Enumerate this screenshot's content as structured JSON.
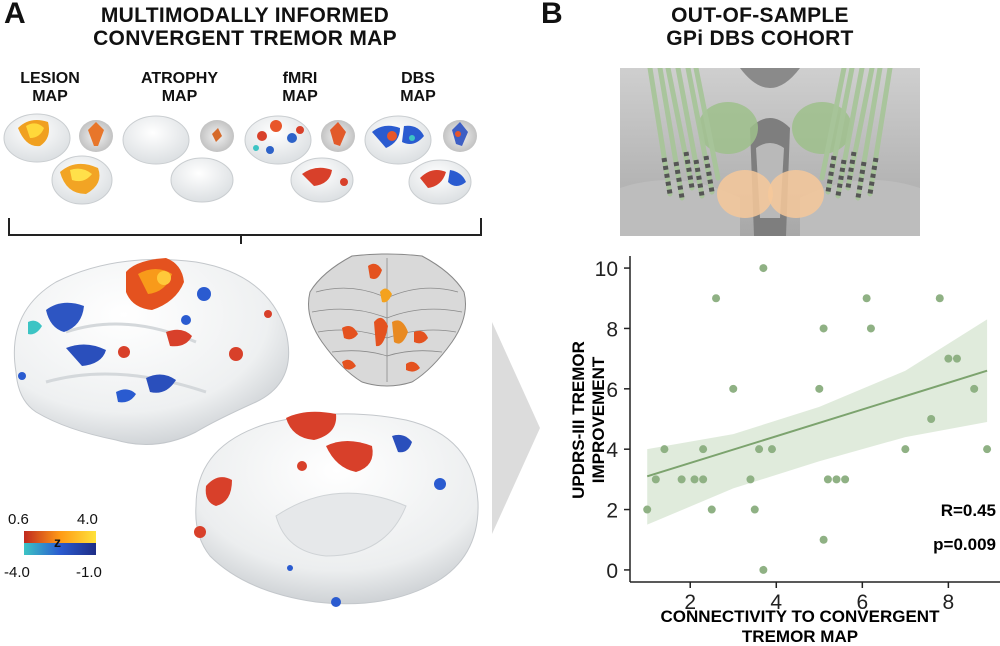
{
  "panel_a": {
    "letter": "A",
    "title_line1": "MULTIMODALLY INFORMED",
    "title_line2": "CONVERGENT TREMOR MAP",
    "maps": [
      {
        "line1": "LESION",
        "line2": "MAP"
      },
      {
        "line1": "ATROPHY",
        "line2": "MAP"
      },
      {
        "line1": "fMRI",
        "line2": "MAP"
      },
      {
        "line1": "DBS",
        "line2": "MAP"
      }
    ],
    "colorbar": {
      "pos_min": "0.6",
      "pos_max": "4.0",
      "neg_min": "-4.0",
      "neg_max": "-1.0",
      "symbol": "z",
      "positive_colors": [
        "#c0291f",
        "#ff9a16",
        "#ffe23a"
      ],
      "negative_colors": [
        "#3cc4c4",
        "#2a5bd0",
        "#1e2d86"
      ]
    }
  },
  "panel_b": {
    "letter": "B",
    "title_line1": "OUT-OF-SAMPLE",
    "title_line2": "GPi DBS COHORT"
  },
  "chart_data": {
    "type": "scatter",
    "xlabel_line1": "CONNECTIVITY TO CONVERGENT",
    "xlabel_line2": "TREMOR MAP",
    "ylabel_line1": "UPDRS-III TREMOR",
    "ylabel_line2": "IMPROVEMENT",
    "xlim": [
      0.6,
      9.2
    ],
    "ylim": [
      -0.4,
      10.4
    ],
    "xticks": [
      2,
      4,
      6,
      8
    ],
    "yticks": [
      0,
      2,
      4,
      6,
      8,
      10
    ],
    "points": [
      [
        1.0,
        2
      ],
      [
        1.2,
        3
      ],
      [
        1.4,
        4
      ],
      [
        1.8,
        3
      ],
      [
        2.1,
        3
      ],
      [
        2.3,
        4
      ],
      [
        2.3,
        3
      ],
      [
        2.5,
        2
      ],
      [
        2.6,
        9
      ],
      [
        3.0,
        6
      ],
      [
        3.4,
        3
      ],
      [
        3.5,
        2
      ],
      [
        3.6,
        4
      ],
      [
        3.7,
        10
      ],
      [
        3.9,
        4
      ],
      [
        3.7,
        0
      ],
      [
        5.0,
        6
      ],
      [
        5.1,
        8
      ],
      [
        5.1,
        1
      ],
      [
        5.2,
        3
      ],
      [
        5.4,
        3
      ],
      [
        5.6,
        3
      ],
      [
        6.1,
        9
      ],
      [
        6.2,
        8
      ],
      [
        7.0,
        4
      ],
      [
        7.6,
        5
      ],
      [
        7.8,
        9
      ],
      [
        8.0,
        7
      ],
      [
        8.2,
        7
      ],
      [
        8.6,
        6
      ],
      [
        8.9,
        4
      ]
    ],
    "fit": {
      "x": [
        1.0,
        8.9
      ],
      "y": [
        3.1,
        6.6
      ]
    },
    "ci_upper": [
      [
        1.0,
        4.0
      ],
      [
        3.0,
        4.5
      ],
      [
        5.0,
        5.4
      ],
      [
        7.0,
        6.6
      ],
      [
        8.9,
        8.3
      ]
    ],
    "ci_lower": [
      [
        1.0,
        1.5
      ],
      [
        3.0,
        2.7
      ],
      [
        5.0,
        3.6
      ],
      [
        7.0,
        4.4
      ],
      [
        8.9,
        4.9
      ]
    ],
    "annotation_r": "R=0.45",
    "annotation_p": "p=0.009",
    "point_color": "#8fb184",
    "line_color": "#7ca36e",
    "band_color": "#dde9d8"
  }
}
